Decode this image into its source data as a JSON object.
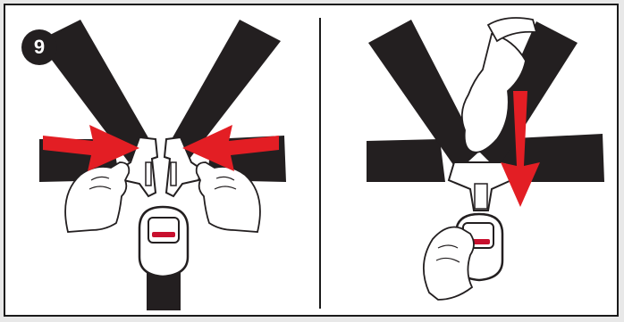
{
  "step": {
    "number": "9"
  },
  "colors": {
    "strap": "#231f20",
    "arrow": "#e31e24",
    "outline": "#231f20",
    "background": "#ffffff",
    "frame_border": "#1a1a1a",
    "buckle_button": "#c8102e"
  },
  "panels": [
    {
      "id": "left",
      "content": "two-hands-pressing-harness-tongues-inward",
      "arrows": [
        "arrow-right-icon",
        "arrow-left-icon"
      ]
    },
    {
      "id": "right",
      "content": "hand-inserting-tongues-into-buckle",
      "arrows": [
        "arrow-down-icon"
      ]
    }
  ]
}
